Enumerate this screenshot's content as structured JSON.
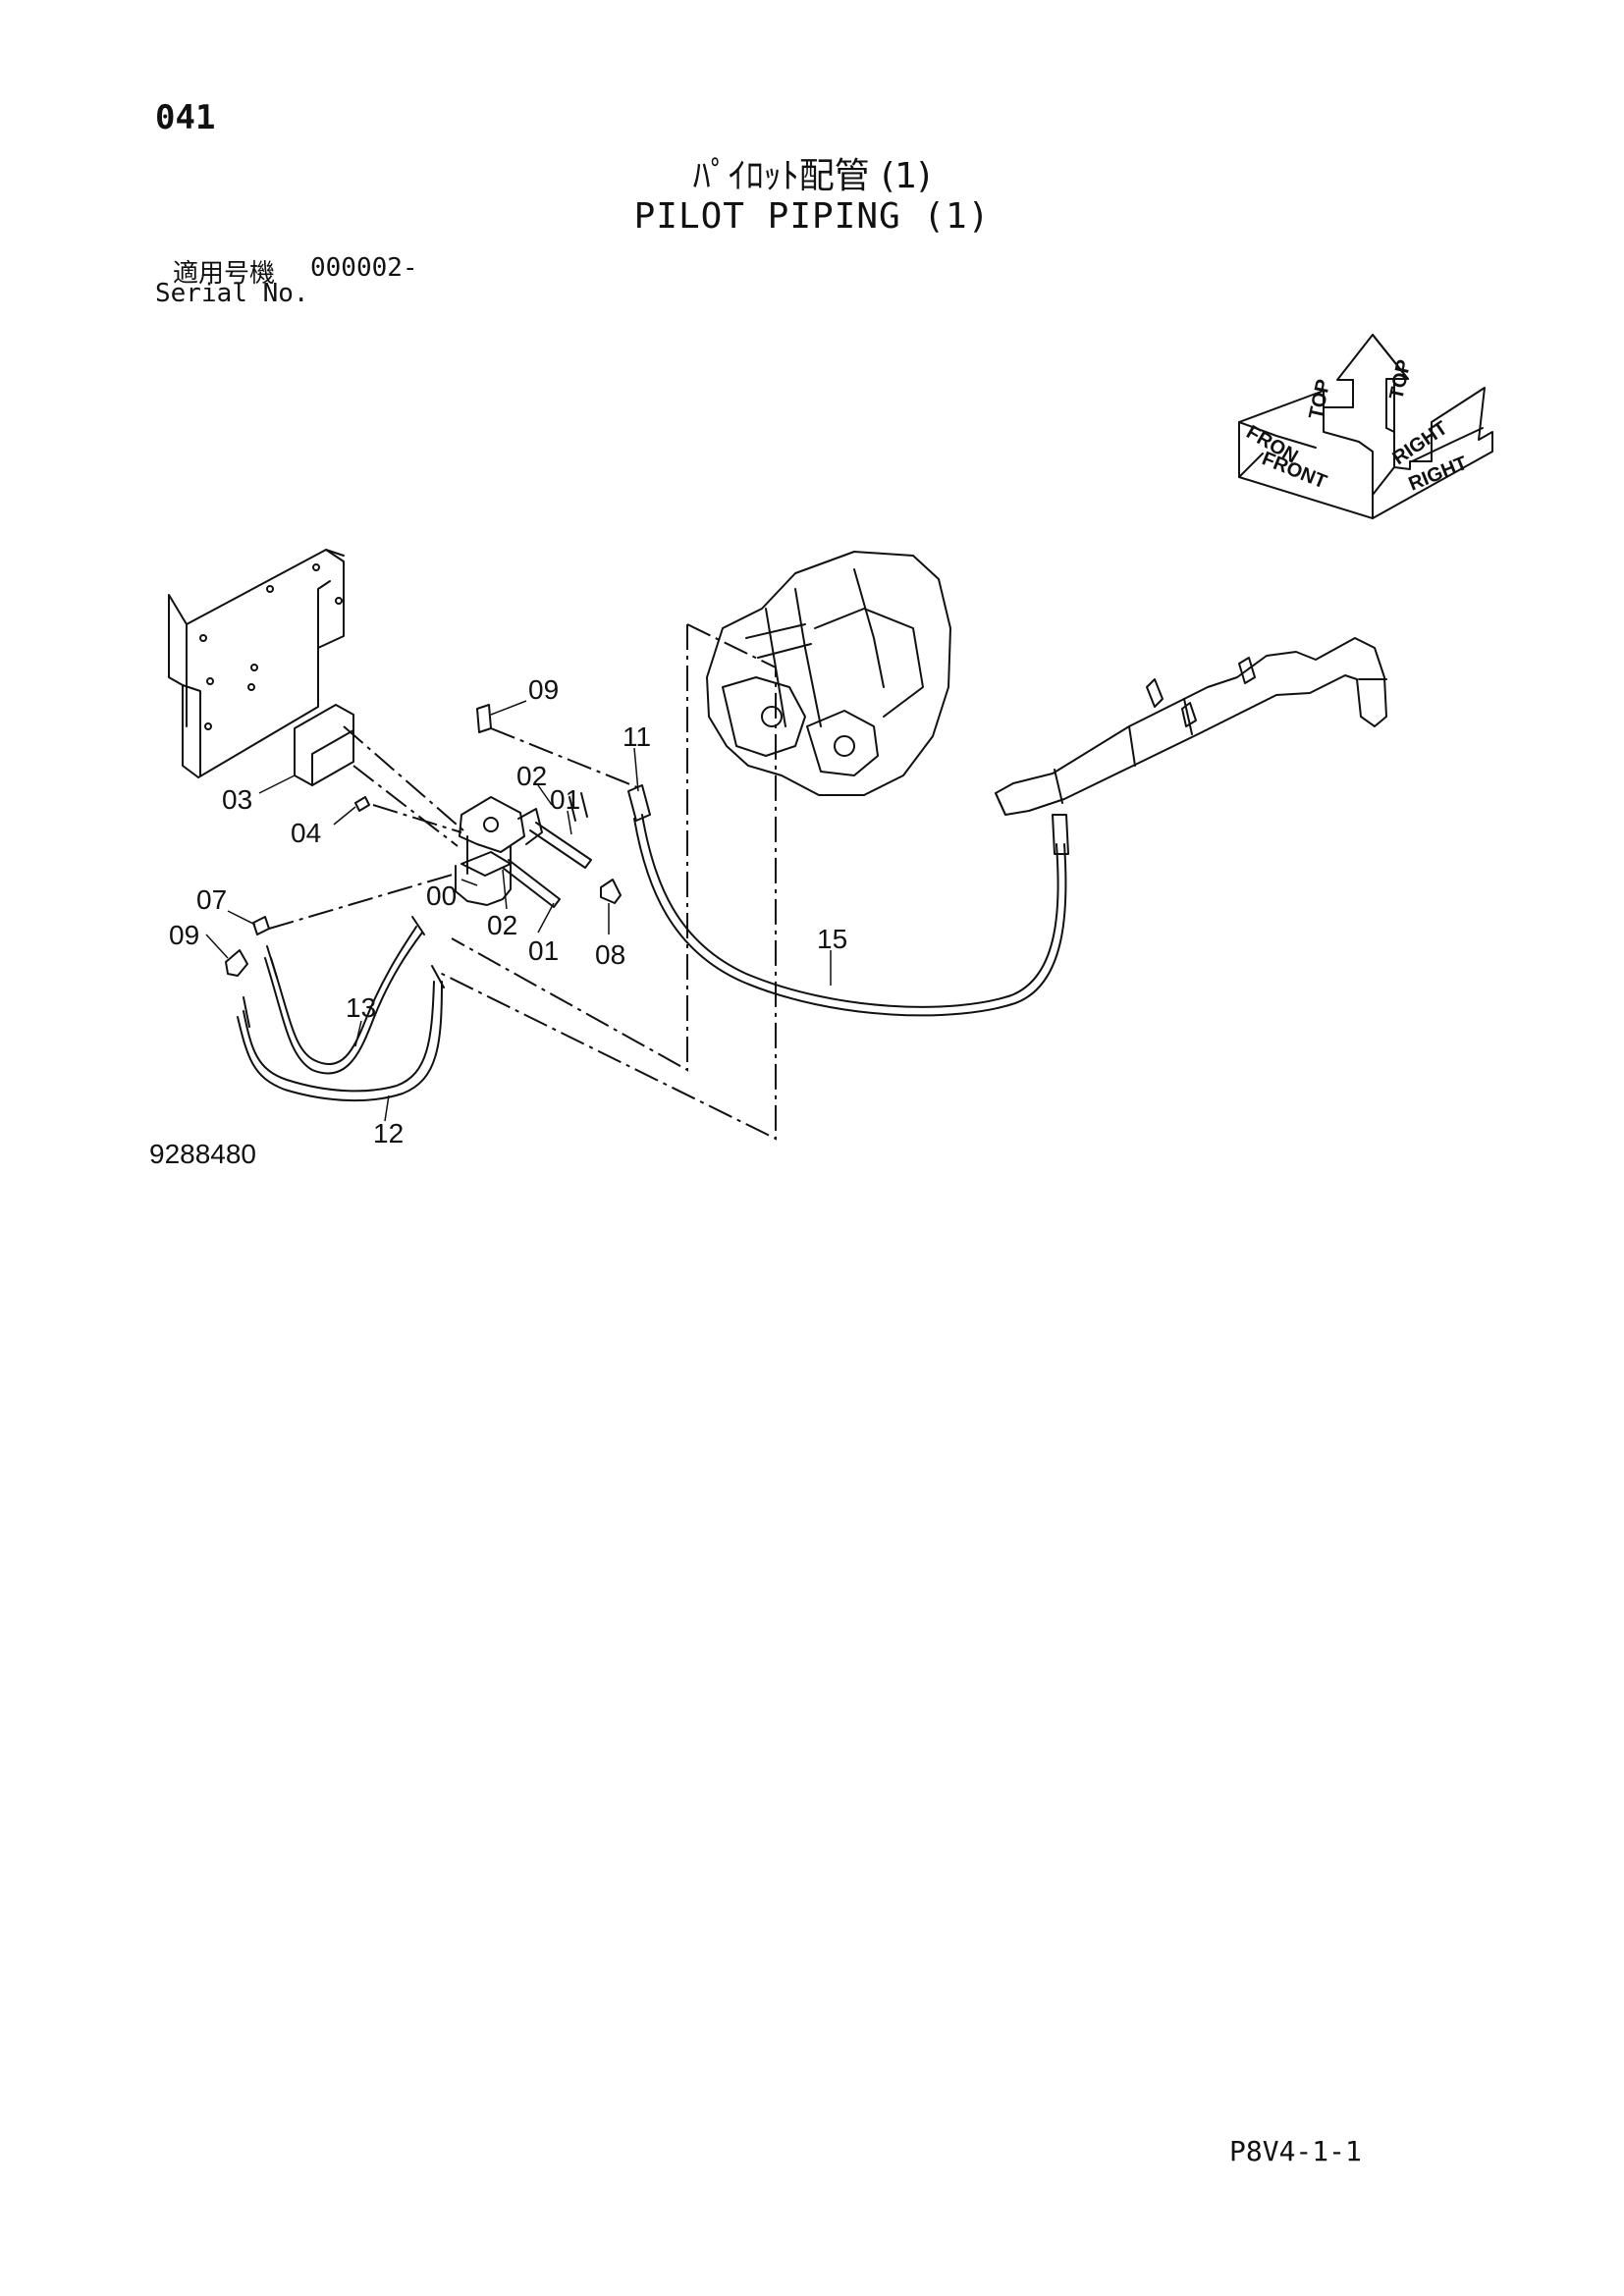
{
  "header": {
    "page_number": "041",
    "title_jp": "ﾊﾟｲﾛｯﾄ配管 (1)",
    "title_en": "PILOT PIPING (1)",
    "serial_label_jp": "適用号機",
    "serial_value": "000002-",
    "serial_label_en": "Serial No."
  },
  "orientation_marker": {
    "top": "TOP",
    "front": "FRONT",
    "front_cut": "FRON",
    "right": "RIGHT"
  },
  "callouts": {
    "c09_top": "09",
    "c11": "11",
    "c02_top": "02",
    "c01_top": "01",
    "c03": "03",
    "c04": "04",
    "c00": "00",
    "c07": "07",
    "c09_left": "09",
    "c02_bottom": "02",
    "c01_bottom": "01",
    "c08": "08",
    "c15": "15",
    "c13": "13",
    "c12": "12"
  },
  "footer": {
    "drawing_number": "9288480",
    "page_code": "P8V4-1-1"
  }
}
